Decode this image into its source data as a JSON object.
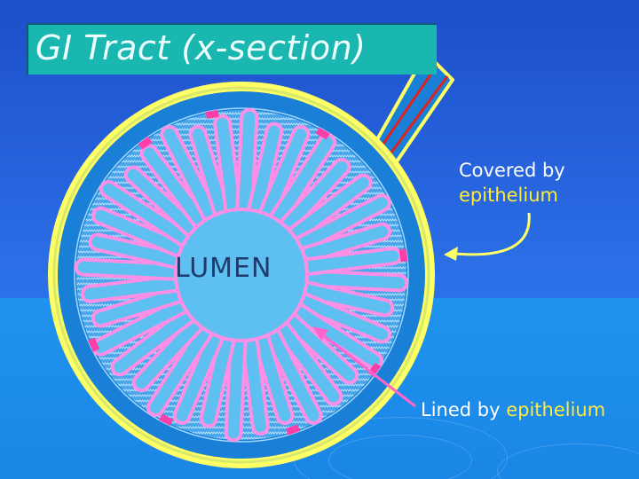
{
  "title": "GI Tract (x-section)",
  "labels": {
    "lumen": "LUMEN",
    "covered_prefix": "Covered by",
    "covered_highlight": "epithelium",
    "lined_prefix": "Lined by",
    "lined_highlight": "epithelium"
  },
  "colors": {
    "background": "#2b6ee6",
    "title_box": "#1ab6b0",
    "outer_wall": "#ffff66",
    "muscle_layer": "#1a7fd6",
    "submucosa": "#5ec0f0",
    "villi_outline": "#ff8ee6",
    "villi_fill": "#5ec0f0",
    "glands": "#ff3fa8",
    "arrow_covered": "#ffff66",
    "arrow_lined": "#ff66cc",
    "mesentery_red": "#d22",
    "highlight_text": "#ffeb3b"
  }
}
